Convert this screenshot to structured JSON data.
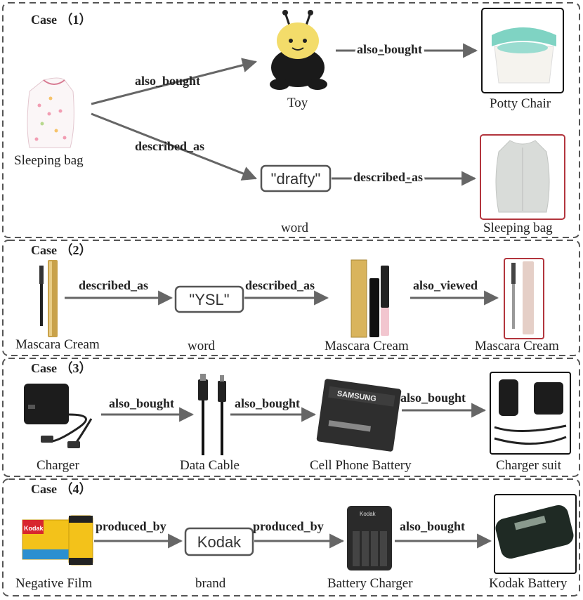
{
  "colors": {
    "arrow": "#666666",
    "box_border": "#555555",
    "panel_border": "#555555",
    "red_frame": "#b2353d"
  },
  "case1": {
    "title": "Case （1）",
    "nodes": {
      "sleeping_bag": "Sleeping bag",
      "toy": "Toy",
      "potty_chair": "Potty Chair",
      "word_box": "\"drafty\"",
      "word_type": "word",
      "sleeping_bag_2": "Sleeping bag"
    },
    "edges": {
      "e1": "also_bought",
      "e2": "also_bought",
      "e3": "described_as",
      "e4": "described_as"
    }
  },
  "case2": {
    "title": "Case （2）",
    "nodes": {
      "mascara_1": "Mascara Cream",
      "word_box": "\"YSL\"",
      "word_type": "word",
      "mascara_2": "Mascara Cream",
      "mascara_3": "Mascara Cream"
    },
    "edges": {
      "e1": "described_as",
      "e2": "described_as",
      "e3": "also_viewed"
    }
  },
  "case3": {
    "title": "Case （3）",
    "nodes": {
      "charger": "Charger",
      "data_cable": "Data Cable",
      "battery": "Cell Phone Battery",
      "charger_suit": "Charger suit"
    },
    "edges": {
      "e1": "also_bought",
      "e2": "also_bought",
      "e3": "also_bought"
    },
    "battery_brand": "SAMSUNG"
  },
  "case4": {
    "title": "Case （4）",
    "nodes": {
      "film": "Negative Film",
      "brand_box": "Kodak",
      "brand_type": "brand",
      "battery_charger": "Battery Charger",
      "kodak_battery": "Kodak Battery"
    },
    "edges": {
      "e1": "produced_by",
      "e2": "produced_by",
      "e3": "also_bought"
    },
    "film_logo": "Kodak",
    "charger_logo": "Kodak"
  }
}
